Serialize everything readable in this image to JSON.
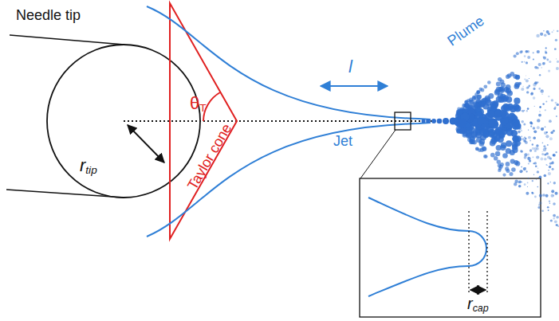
{
  "diagram": {
    "labels": [
      "Needle tip",
      "l",
      "θT",
      "rtip",
      "Plume",
      "Jet",
      "Taylor cone",
      "rcap"
    ]
  }
}
